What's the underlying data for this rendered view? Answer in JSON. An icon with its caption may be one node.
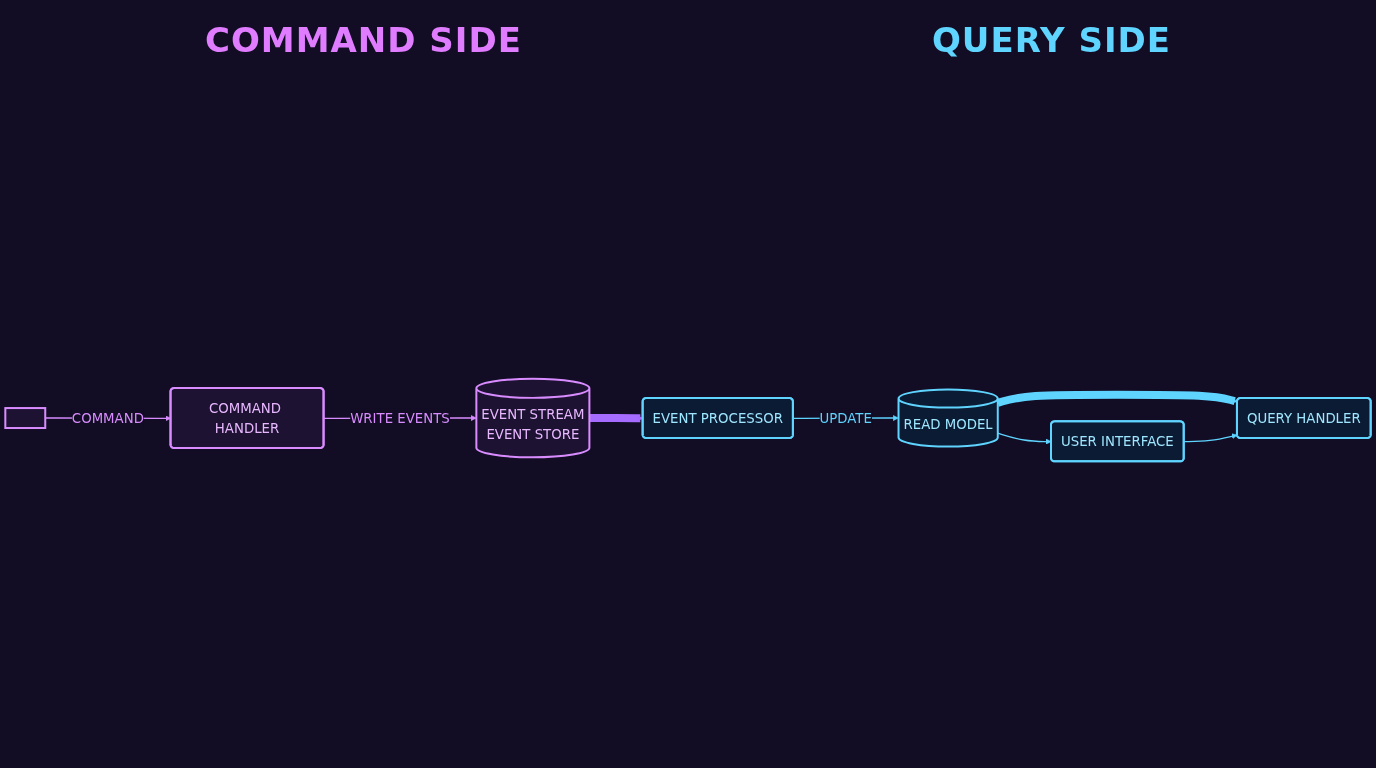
{
  "diagram": {
    "nodes": [
      {
        "text": [],
        "shape": "box"
      },
      {
        "text": [
          "COMMAND HANDLER"
        ]
      },
      {
        "text": [
          "EVENT STREAM",
          "EVENT STORE"
        ]
      },
      {
        "text": [
          "EVENT PROCESSOR"
        ]
      },
      {
        "text": [
          "QUERY HANDLER"
        ]
      },
      {
        "text": [
          "READ MODEL"
        ]
      },
      {
        "text": [
          "USER INTERFACE"
        ]
      }
    ],
    "edges": [
      {
        "from": 0,
        "to": 1,
        "arrow": "to",
        "label": "COMMAND",
        "color": "#d98cff"
      },
      {
        "from": 1,
        "to": 2,
        "arrow": "to",
        "label": "WRITE EVENTS",
        "color": "#d98cff"
      },
      {
        "from": 2,
        "to": 3,
        "arrow": "to",
        "style": "thick",
        "color": "#a66bff"
      },
      {
        "from": 3,
        "to": 5,
        "arrow": "to",
        "label": "UPDATE"
      },
      {
        "from": 5,
        "to": 4,
        "arrow": "to",
        "style": "thick"
      },
      {
        "from": 5,
        "to": 6,
        "arrow": "to"
      },
      {
        "from": 6,
        "to": 4,
        "arrow": "to"
      }
    ],
    "labels": [
      "COMMAND SIDE",
      "QUERY SIDE"
    ]
  }
}
